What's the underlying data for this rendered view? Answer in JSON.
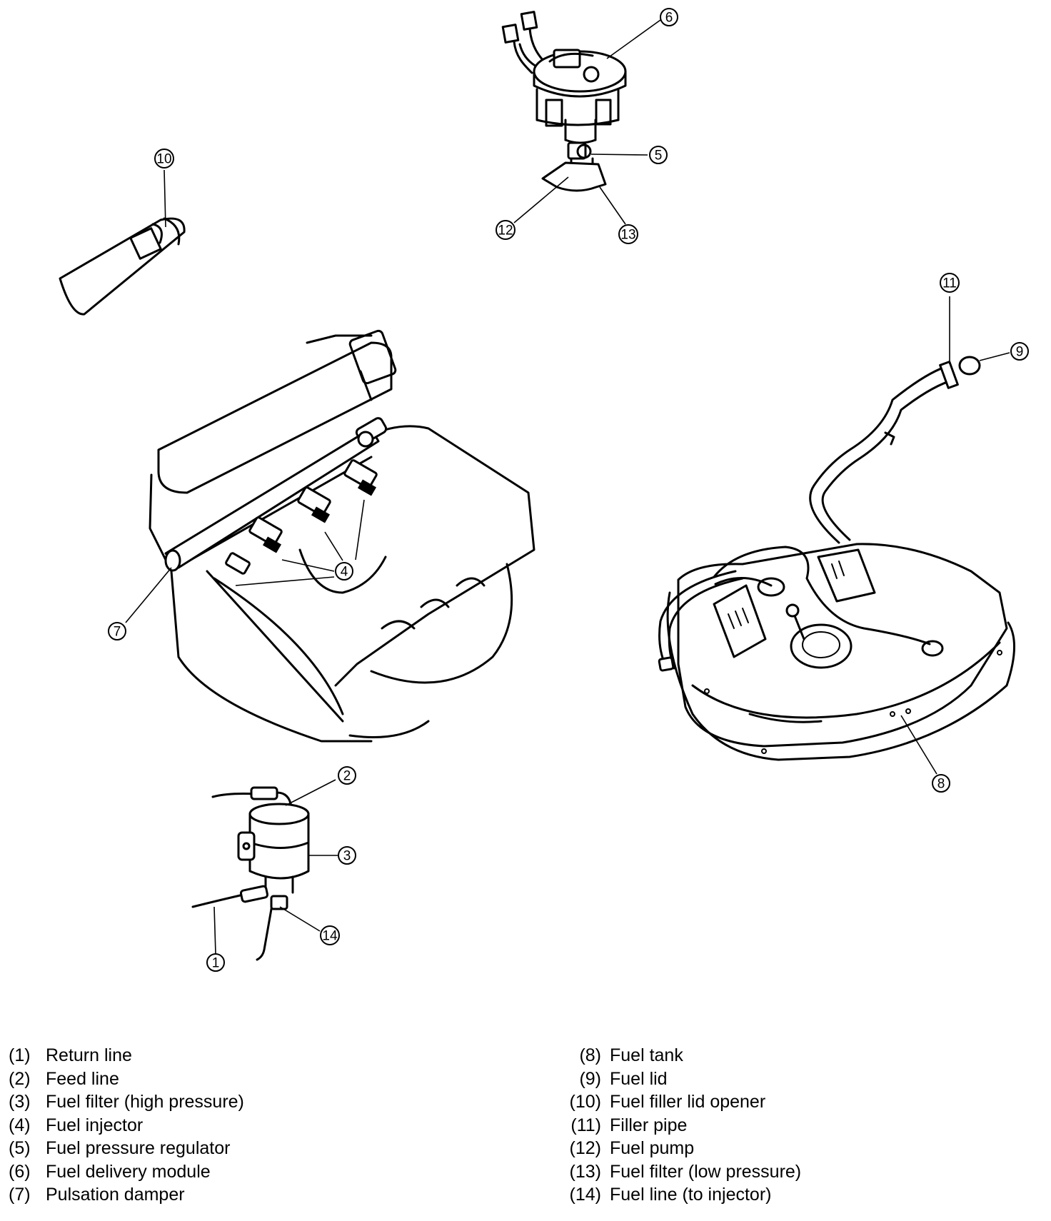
{
  "callouts": {
    "c1": "1",
    "c2": "2",
    "c3": "3",
    "c4": "4",
    "c5": "5",
    "c6": "6",
    "c7": "7",
    "c8": "8",
    "c9": "9",
    "c10": "10",
    "c11": "11",
    "c12": "12",
    "c13": "13",
    "c14": "14"
  },
  "legend": {
    "left": [
      {
        "num": "(1)",
        "label": "Return line"
      },
      {
        "num": "(2)",
        "label": "Feed line"
      },
      {
        "num": "(3)",
        "label": "Fuel filter (high pressure)"
      },
      {
        "num": "(4)",
        "label": "Fuel injector"
      },
      {
        "num": "(5)",
        "label": "Fuel pressure regulator"
      },
      {
        "num": "(6)",
        "label": "Fuel delivery module"
      },
      {
        "num": "(7)",
        "label": "Pulsation damper"
      }
    ],
    "right": [
      {
        "num": "(8)",
        "label": "Fuel tank"
      },
      {
        "num": "(9)",
        "label": "Fuel lid"
      },
      {
        "num": "(10)",
        "label": "Fuel filler lid opener"
      },
      {
        "num": "(11)",
        "label": "Filler pipe"
      },
      {
        "num": "(12)",
        "label": "Fuel pump"
      },
      {
        "num": "(13)",
        "label": "Fuel filter (low pressure)"
      },
      {
        "num": "(14)",
        "label": "Fuel line (to injector)"
      }
    ]
  }
}
